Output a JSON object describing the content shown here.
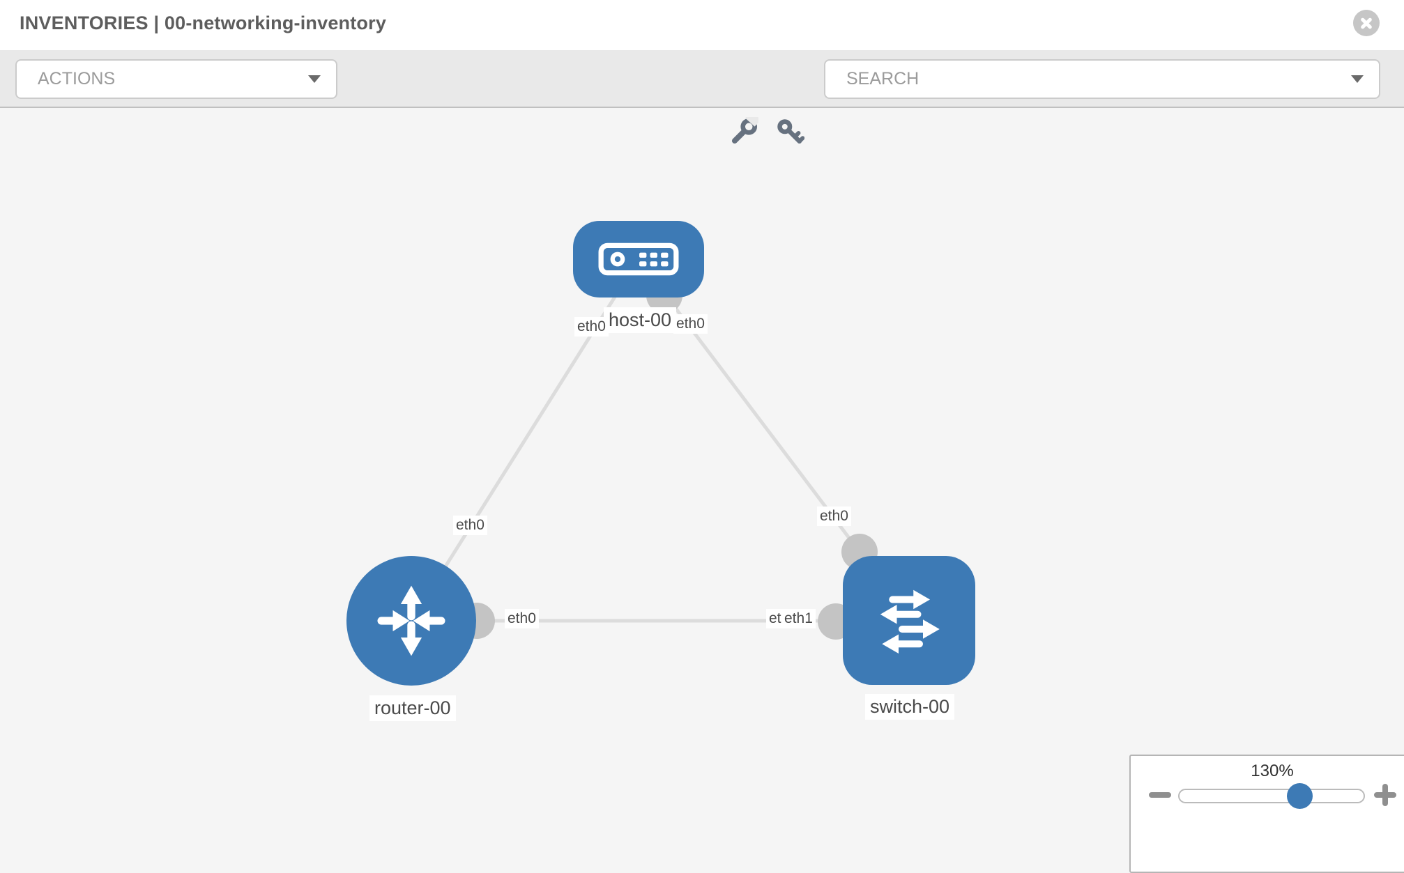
{
  "header": {
    "title": "INVENTORIES | 00-networking-inventory",
    "close_icon": "close-circle-icon"
  },
  "toolbar": {
    "actions_dropdown": {
      "label": "ACTIONS",
      "caret_icon": "chevron-down-icon"
    },
    "tools": [
      {
        "icon": "wrench-icon"
      },
      {
        "icon": "key-icon"
      }
    ],
    "search_dropdown": {
      "placeholder": "SEARCH",
      "value": "",
      "caret_icon": "chevron-down-icon"
    }
  },
  "graph": {
    "nodes": [
      {
        "label": "host-00",
        "type": "host",
        "icon": "host-icon"
      },
      {
        "label": "router-00",
        "type": "router",
        "icon": "router-icon"
      },
      {
        "label": "switch-00",
        "type": "switch",
        "icon": "switch-icon"
      }
    ],
    "edges": [
      {
        "from": "router-00",
        "to": "host-00",
        "from_label": "eth0",
        "to_label": "eth0"
      },
      {
        "from": "host-00",
        "to": "switch-00",
        "from_label": "eth0",
        "to_label": "eth0"
      },
      {
        "from": "router-00",
        "to": "switch-00",
        "from_label": "eth0",
        "to_labels": [
          "eth0",
          "eth1"
        ]
      }
    ]
  },
  "zoom_panel": {
    "level": "130%",
    "minus_icon": "minus-icon",
    "plus_icon": "plus-icon"
  },
  "colors": {
    "node_blue": "#3d7ab5",
    "connector_gray": "#c4c4c4",
    "edge_gray": "#dcdcdc",
    "toolbar_gray": "#e9e9e9",
    "canvas_gray": "#f5f5f5"
  }
}
